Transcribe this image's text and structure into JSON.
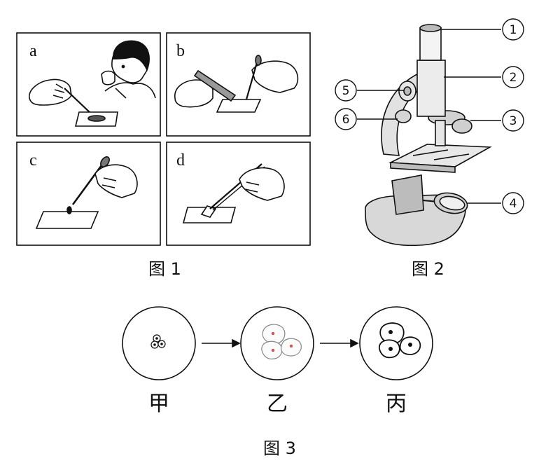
{
  "figure1": {
    "caption": "图 1",
    "panels": [
      {
        "letter": "a"
      },
      {
        "letter": "b"
      },
      {
        "letter": "c"
      },
      {
        "letter": "d"
      }
    ]
  },
  "figure2": {
    "caption": "图 2",
    "parts": [
      "1",
      "2",
      "3",
      "4",
      "5",
      "6"
    ]
  },
  "figure3": {
    "caption": "图 3",
    "stages": [
      "甲",
      "乙",
      "丙"
    ]
  }
}
